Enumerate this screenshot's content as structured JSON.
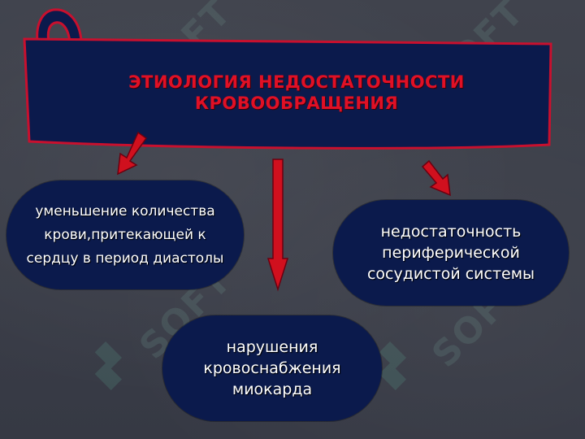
{
  "title": {
    "line1": "ЭТИОЛОГИЯ НЕДОСТАТОЧНОСТИ",
    "line2": "КРОВООБРАЩЕНИЯ"
  },
  "nodes": {
    "left": {
      "line1": "уменьшение количества",
      "line2": "крови,притекающей к",
      "line3": "сердцу в период диастолы"
    },
    "right": {
      "line1": "недостаточность",
      "line2": "периферической",
      "line3": "сосудистой системы"
    },
    "bottom": {
      "line1": "нарушения",
      "line2": "кровоснабжения",
      "line3": "миокарда"
    }
  },
  "watermark": {
    "text": "SOFT"
  },
  "colors": {
    "background": "#3a3d47",
    "banner_fill": "#0b1a4c",
    "banner_border": "#c8102e",
    "title_text": "#e01025",
    "oval_fill": "#0b1a4c",
    "oval_text": "#ffffff",
    "arrow_fill": "#d0101e"
  }
}
